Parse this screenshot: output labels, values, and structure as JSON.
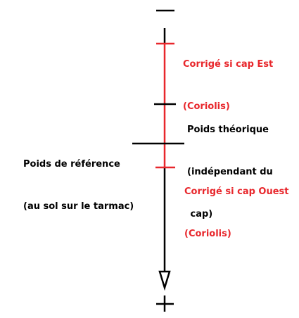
{
  "colors": {
    "axis": "#000000",
    "correction": "#e8272c",
    "background": "#ffffff"
  },
  "labels": {
    "east": [
      "Corrigé si cap Est",
      "(Coriolis)"
    ],
    "theoretical": [
      "Poids théorique",
      "(indépendant du",
      " cap)"
    ],
    "reference": [
      "Poids de référence",
      "(au sol sur le tarmac)"
    ],
    "west": [
      "Corrigé si cap Ouest",
      "(Coriolis)"
    ]
  },
  "symbols": {
    "minus": "minus-sign",
    "plus": "plus-sign",
    "arrow": "down-arrow-outline"
  }
}
